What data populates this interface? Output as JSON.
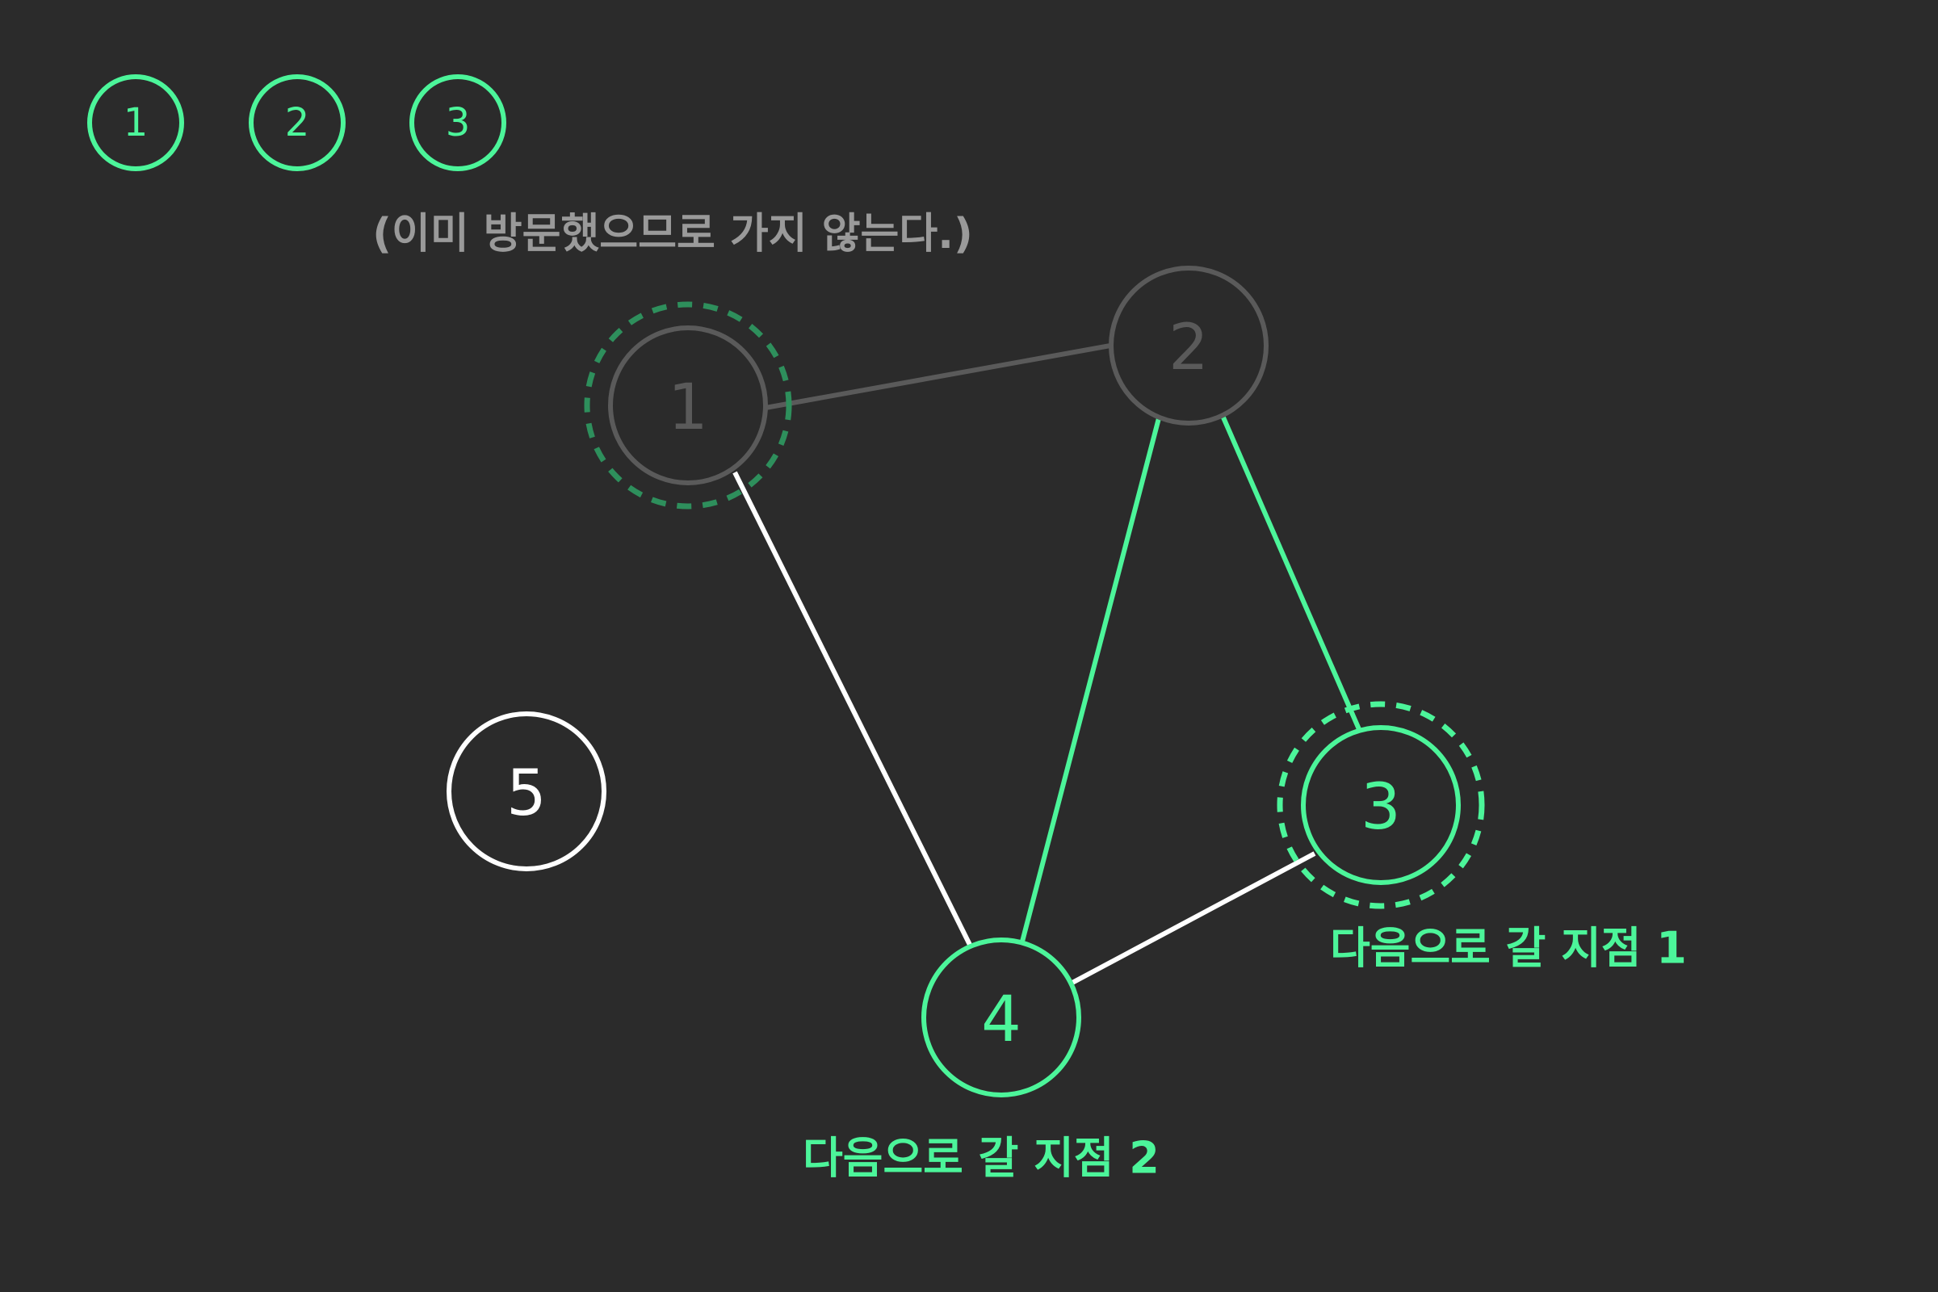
{
  "colors": {
    "background": "#2b2b2b",
    "visited_green": "#4cf59a",
    "dim_gray": "#5a5a5a",
    "dark_green": "#2e8f5c",
    "white": "#ffffff",
    "note_gray": "#9a9a9a"
  },
  "visit_order": [
    "1",
    "2",
    "3"
  ],
  "note": "(이미 방문했으므로 가지 않는다.)",
  "nodes": [
    {
      "id": "1",
      "label": "1",
      "state": "visited-dim"
    },
    {
      "id": "2",
      "label": "2",
      "state": "visited-dim"
    },
    {
      "id": "3",
      "label": "3",
      "state": "current"
    },
    {
      "id": "4",
      "label": "4",
      "state": "candidate"
    },
    {
      "id": "5",
      "label": "5",
      "state": "unvisited"
    }
  ],
  "edges": [
    {
      "from": "1",
      "to": "2",
      "state": "dim"
    },
    {
      "from": "1",
      "to": "4",
      "state": "white"
    },
    {
      "from": "2",
      "to": "4",
      "state": "green"
    },
    {
      "from": "2",
      "to": "3",
      "state": "green"
    },
    {
      "from": "3",
      "to": "4",
      "state": "white"
    }
  ],
  "next_labels": {
    "first": "다음으로 갈 지점 1",
    "second": "다음으로 갈 지점 2"
  }
}
